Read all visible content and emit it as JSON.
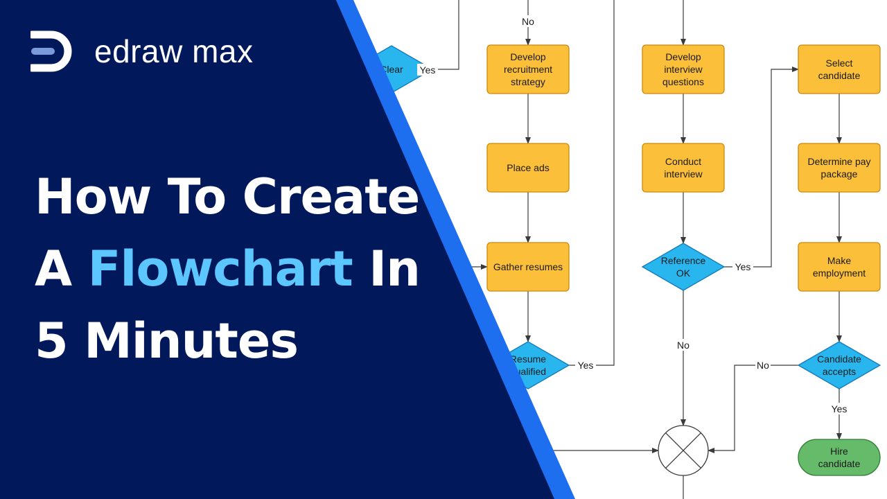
{
  "brand": {
    "name": "edraw max",
    "logo_icon": "edraw-d-icon",
    "colors": {
      "navy": "#01185a",
      "accent_blue": "#1e6ef0",
      "highlight": "#5cc7ff"
    }
  },
  "headline": {
    "line1": "How To Create",
    "line2_prefix": "A",
    "line2_accent": "Flowchart",
    "line2_suffix": "In",
    "line3": "5 Minutes"
  },
  "flowchart": {
    "colors": {
      "process": "#fbbf3a",
      "decision": "#29b6ef",
      "terminator": "#66bb6a",
      "connector": "#ffffff"
    },
    "nodes": [
      {
        "id": "clear",
        "shape": "decision",
        "lines": [
          "Clear"
        ]
      },
      {
        "id": "develop-recruitment-strategy",
        "shape": "process",
        "lines": [
          "Develop",
          "recruitment",
          "strategy"
        ]
      },
      {
        "id": "place-ads",
        "shape": "process",
        "lines": [
          "Place ads"
        ]
      },
      {
        "id": "gather-resumes",
        "shape": "process",
        "lines": [
          "Gather resumes"
        ]
      },
      {
        "id": "resume-qualified",
        "shape": "decision",
        "lines": [
          "Resume",
          "qualified"
        ]
      },
      {
        "id": "develop-interview-questions",
        "shape": "process",
        "lines": [
          "Develop",
          "interview",
          "questions"
        ]
      },
      {
        "id": "conduct-interview",
        "shape": "process",
        "lines": [
          "Conduct",
          "interview"
        ]
      },
      {
        "id": "reference-ok",
        "shape": "decision",
        "lines": [
          "Reference",
          "OK"
        ]
      },
      {
        "id": "select-candidate",
        "shape": "process",
        "lines": [
          "Select",
          "candidate"
        ]
      },
      {
        "id": "determine-pay-package",
        "shape": "process",
        "lines": [
          "Determine pay",
          "package"
        ]
      },
      {
        "id": "make-employment",
        "shape": "process",
        "lines": [
          "Make",
          "employment"
        ]
      },
      {
        "id": "candidate-accepts",
        "shape": "decision",
        "lines": [
          "Candidate",
          "accepts"
        ]
      },
      {
        "id": "hire-candidate",
        "shape": "terminator",
        "lines": [
          "Hire",
          "candidate"
        ]
      },
      {
        "id": "merge-connector",
        "shape": "connector",
        "lines": []
      }
    ],
    "edge_labels": [
      {
        "id": "no-top",
        "text": "No"
      },
      {
        "id": "yes-clear",
        "text": "Yes"
      },
      {
        "id": "yes-resume",
        "text": "Yes"
      },
      {
        "id": "yes-reference",
        "text": "Yes"
      },
      {
        "id": "no-reference",
        "text": "No"
      },
      {
        "id": "no-candidate",
        "text": "No"
      },
      {
        "id": "yes-candidate",
        "text": "Yes"
      }
    ]
  }
}
